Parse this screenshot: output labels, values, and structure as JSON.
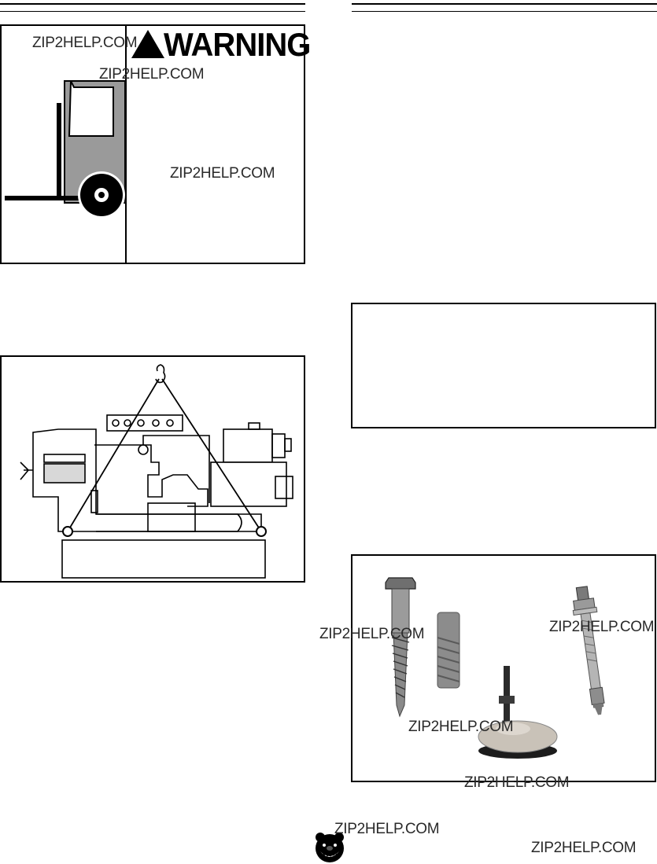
{
  "warning_box": {
    "heading": "WARNING"
  },
  "watermark": {
    "text": "ZIP2HELP.COM"
  },
  "figures": {
    "forklift": "forklift-icon",
    "lift": "machine-sling-lift-illustration",
    "hardware": "mounting-hardware-photo"
  },
  "colors": {
    "forklift_body": "#9a9a9a",
    "leveler_pad": "#c9c2b8"
  }
}
